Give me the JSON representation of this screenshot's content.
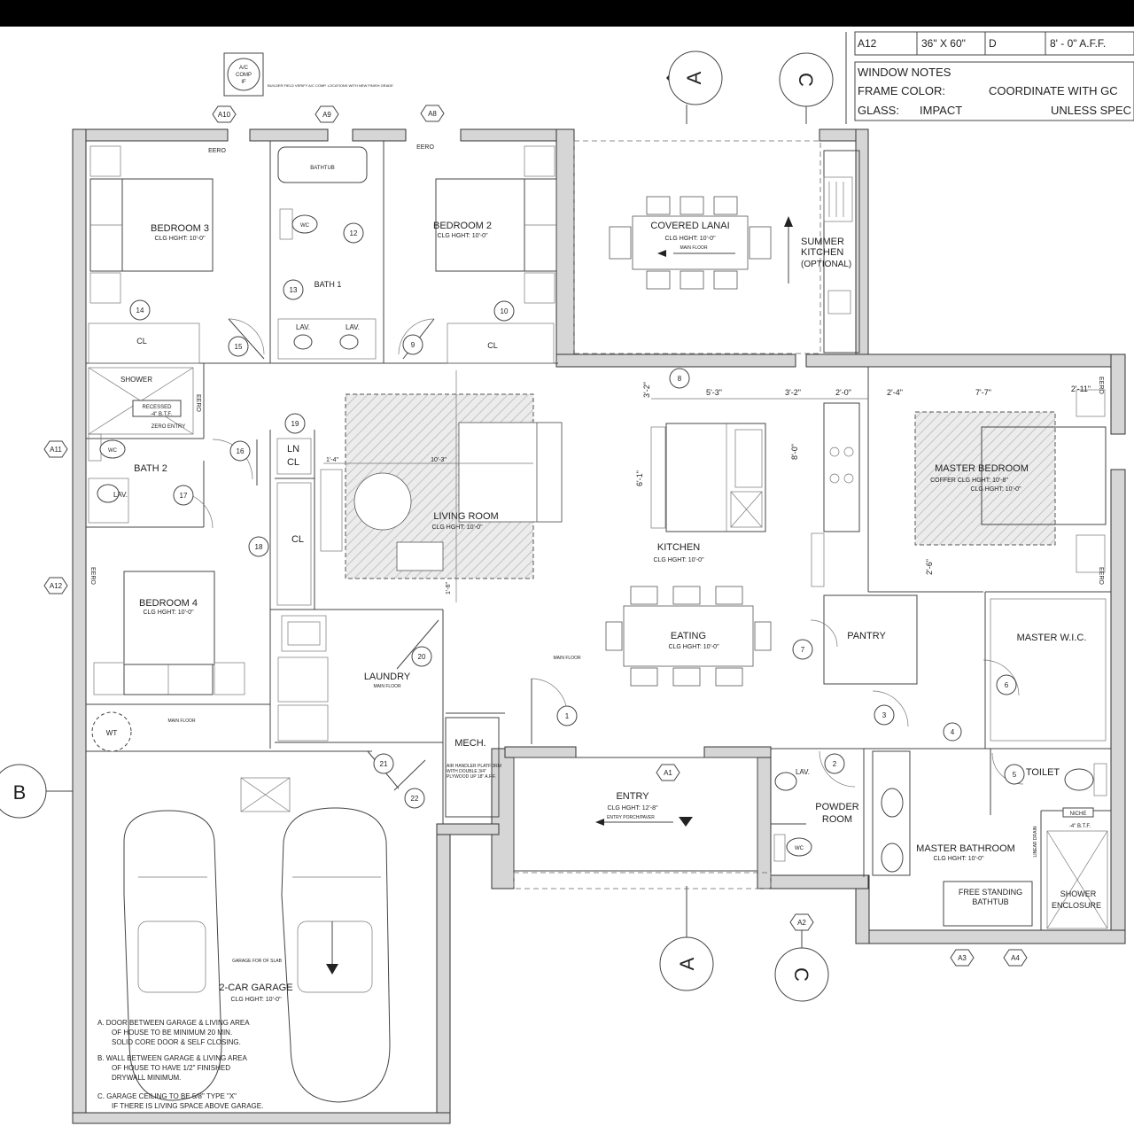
{
  "header_notes": {
    "row1": [
      "A12",
      "36\" X 60\"",
      "D",
      "8' - 0\" A.F.F."
    ],
    "window_notes_title": "WINDOW NOTES",
    "frame_color_label": "FRAME COLOR:",
    "frame_color_value": "COORDINATE WITH GC",
    "glass_label": "GLASS:",
    "glass_value": "IMPACT",
    "unless": "UNLESS SPEC"
  },
  "ac_tag": {
    "l1": "A/C",
    "l2": "COMP",
    "l3": "IF",
    "note": "BUILDER FIELD VERIFY A/C COMP. LOCATIONS WITH NEW FINISH GRADE"
  },
  "section_markers": {
    "a": "A",
    "b": "B",
    "c": "C"
  },
  "window_tags": [
    "A10",
    "A9",
    "A8",
    "A11",
    "A12",
    "A1",
    "A2",
    "A3",
    "A4"
  ],
  "egro": "EERO",
  "rooms": {
    "bedroom3": {
      "name": "BEDROOM 3",
      "clg": "CLG HGHT: 10'-0\""
    },
    "bedroom2": {
      "name": "BEDROOM 2",
      "clg": "CLG HGHT: 10'-0\""
    },
    "bathtub": "BATHTUB",
    "wc": "WC",
    "bath1": "BATH 1",
    "lav": "LAV.",
    "cl": "CL",
    "covered_lanai": {
      "name": "COVERED LANAI",
      "clg": "CLG HGHT: 10'-0\"",
      "floor": "MAIN FLOOR"
    },
    "summer_kitchen": {
      "l1": "SUMMER",
      "l2": "KITCHEN",
      "l3": "(OPTIONAL)"
    },
    "shower": "SHOWER",
    "recessed": "RECESSED",
    "recess_note": "-4\" B.T.F.",
    "zero_entry": "ZERO ENTRY",
    "bath2": "BATH 2",
    "ln_cl": {
      "l1": "LN",
      "l2": "CL"
    },
    "living_room": {
      "name": "LIVING ROOM",
      "clg": "CLG HGHT: 10'-0\""
    },
    "kitchen": {
      "name": "KITCHEN",
      "clg": "CLG HGHT: 10'-0\""
    },
    "master_bedroom": {
      "name": "MASTER BEDROOM",
      "coffer": "COFFER CLG HGHT: 10'-8\"",
      "clg": "CLG HGHT: 10'-0\""
    },
    "bedroom4": {
      "name": "BEDROOM 4",
      "clg": "CLG HGHT: 10'-0\""
    },
    "laundry": {
      "name": "LAUNDRY",
      "floor": "MAIN FLOOR"
    },
    "eating": {
      "name": "EATING",
      "clg": "CLG HGHT: 10'-0\""
    },
    "pantry": "PANTRY",
    "master_wic": "MASTER W.I.C.",
    "wt": "WT",
    "main_floor": "MAIN FLOOR",
    "mech": "MECH.",
    "mech_note": "AIR HANDLER PLATFORM WITH DOUBLE 3/4\" PLYWOOD UP 18\" A.F.F.",
    "entry": {
      "name": "ENTRY",
      "clg": "CLG HGHT: 12'-8\"",
      "floor": "ENTRY PORCH/PAVER"
    },
    "powder_room": {
      "l1": "POWDER",
      "l2": "ROOM"
    },
    "toilet": "TOILET",
    "master_bathroom": {
      "name": "MASTER BATHROOM",
      "clg": "CLG HGHT: 10'-0\""
    },
    "free_standing": {
      "l1": "FREE STANDING",
      "l2": "BATHTUB"
    },
    "niche": "NICHE",
    "shower_enclosure": {
      "l1": "SHOWER",
      "l2": "ENCLOSURE"
    },
    "linear_drain": "LINEAR DRAIN",
    "garage": {
      "name": "2-CAR GARAGE",
      "clg": "CLG HGHT: 10'-0\"",
      "floor": "GARAGE FOR OF SLAB"
    }
  },
  "dimensions": [
    "5'-3\"",
    "3'-2\"",
    "2'-0\"",
    "2'-4\"",
    "7'-7\"",
    "2'-11\"",
    "3'-2\"",
    "8'-0\"",
    "6'-1\"",
    "2'-6\"",
    "10'-3\"",
    "1'-4\"",
    "1'-6\""
  ],
  "door_numbers": [
    "1",
    "2",
    "3",
    "4",
    "5",
    "6",
    "7",
    "8",
    "9",
    "10",
    "12",
    "13",
    "14",
    "15",
    "16",
    "17",
    "18",
    "19",
    "20",
    "21",
    "22"
  ],
  "garage_notes": {
    "a1": "A.  DOOR BETWEEN GARAGE & LIVING AREA",
    "a2": "OF HOUSE TO BE MINIMUM 20 MIN.",
    "a3": "SOLID CORE DOOR & SELF CLOSING.",
    "b1": "B.  WALL BETWEEN GARAGE & LIVING AREA",
    "b2": "OF HOUSE TO HAVE 1/2\" FINISHED",
    "b3": "DRYWALL MINIMUM.",
    "c1": "C.  GARAGE CEILING TO BE 5/8\" TYPE \"X\"",
    "c2": "IF THERE IS LIVING SPACE ABOVE GARAGE."
  }
}
